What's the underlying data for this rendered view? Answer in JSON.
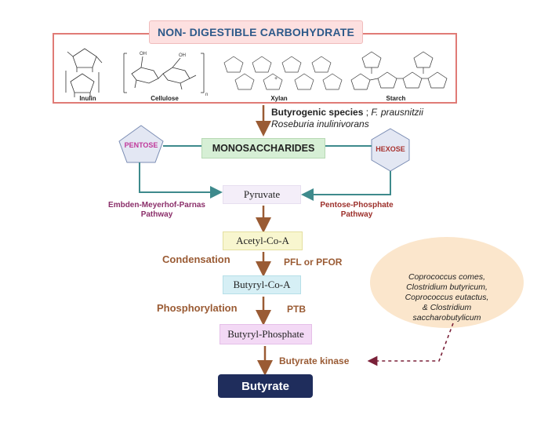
{
  "title": "NON- DIGESTIBLE CARBOHYDRATE",
  "carbohydrates": [
    "Inulin",
    "Cellulose",
    "Xylan",
    "Starch"
  ],
  "species": {
    "label": "Butyrogenic species",
    "separator": " ; ",
    "line1_italic": "F. prausnitzii",
    "line2_italic": "Roseburia inulinivorans"
  },
  "monosaccharides": "MONOSACCHARIDES",
  "pentose": "PENTOSE",
  "hexose": "HEXOSE",
  "pathways": {
    "left_line1": "Embden-Meyerhof-Parnas",
    "left_line2": "Pathway",
    "right_line1": "Pentose-Phosphate",
    "right_line2": "Pathway"
  },
  "metabolites": {
    "pyruvate": "Pyruvate",
    "acetyl": "Acetyl-Co-A",
    "butyryl": "Butyryl-Co-A",
    "butyryl_phosphate": "Butyryl-Phosphate",
    "butyrate": "Butyrate"
  },
  "steps": {
    "condensation": "Condensation",
    "pfl": "PFL or PFOR",
    "phosphorylation": "Phosphorylation",
    "ptb": "PTB",
    "kinase": "Butyrate kinase"
  },
  "bacteria": {
    "line1": "Coprococcus comes,",
    "line2": "Clostridium butyricum,",
    "line3": "Coprococcus eutactus,",
    "line4": "& Clostridium",
    "line5": "saccharobutylicum"
  },
  "colors": {
    "frame": "#e07b76",
    "title_text": "#2e5a8a",
    "brown": "#9a5b34",
    "teal": "#3e8a8c",
    "pentose": "#c0389a",
    "hexose": "#a8322e",
    "emp": "#8b2f6a",
    "ppp": "#9c2f2a",
    "butyrate_box": "#1f2d5c",
    "bacteria_bg": "#fbe6cc",
    "dashed": "#7a2038"
  }
}
